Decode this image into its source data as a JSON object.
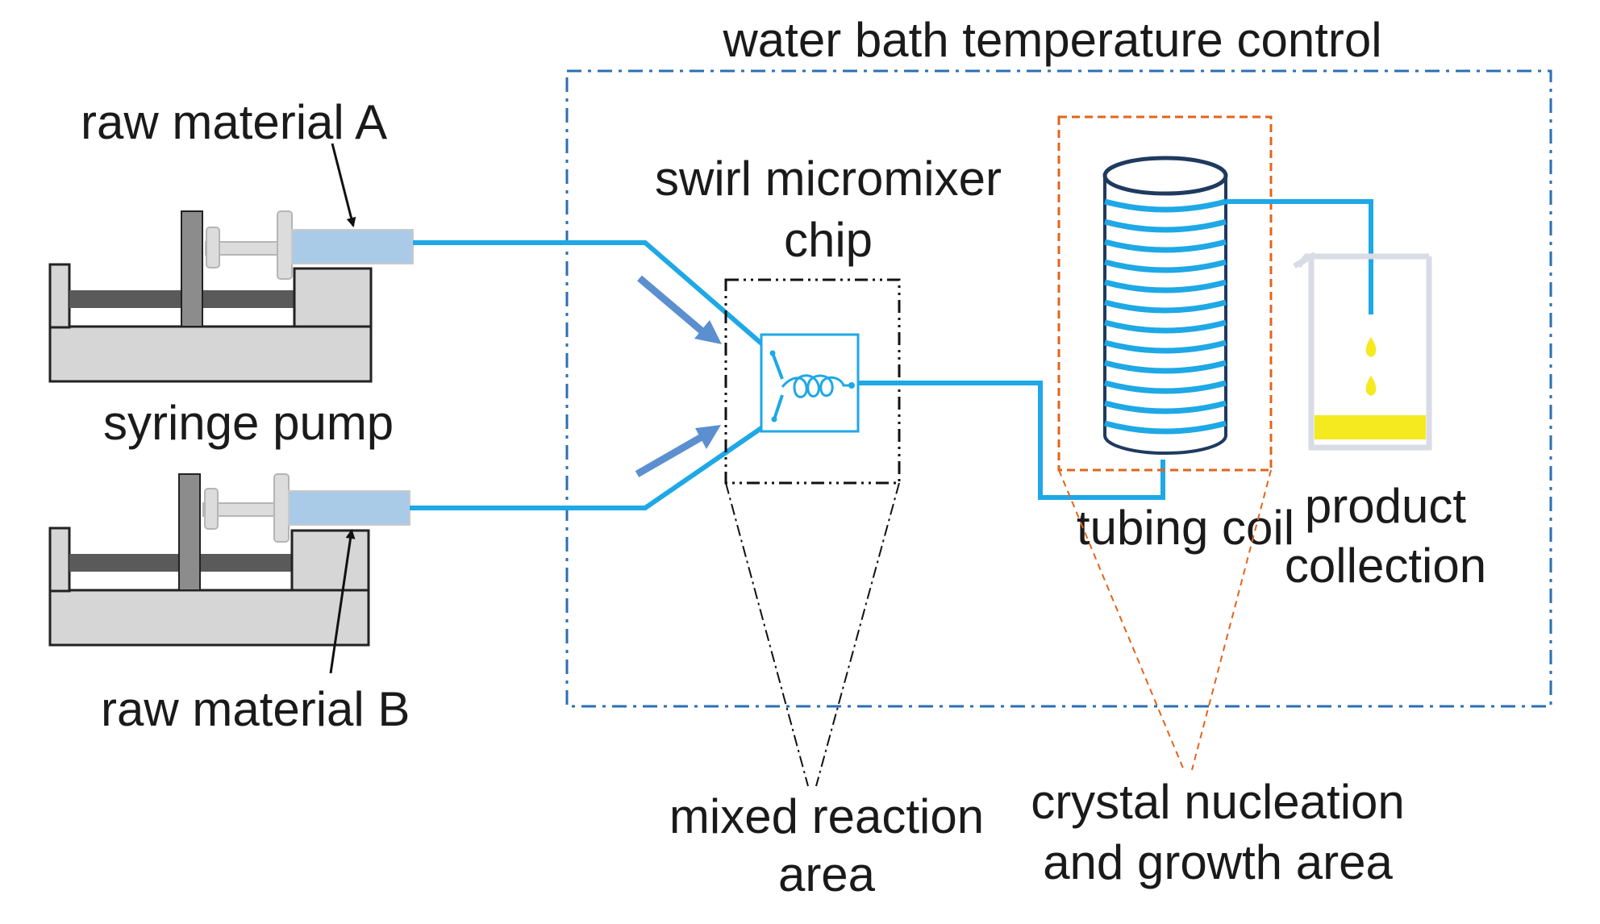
{
  "labels": {
    "water_bath": "water bath temperature control",
    "raw_a": "raw material A",
    "raw_b": "raw material B",
    "syringe_pump": "syringe pump",
    "micromixer_line1": "swirl micromixer",
    "micromixer_line2": "chip",
    "tubing_coil": "tubing coil",
    "product_line1": "product",
    "product_line2": "collection",
    "mixed_line1": "mixed reaction",
    "mixed_line2": "area",
    "crystal_line1": "crystal nucleation",
    "crystal_line2": "and growth area"
  },
  "colors": {
    "tube": "#1ea8e6",
    "syringe_fluid": "#a9cbe8",
    "flow_arrow": "#5b8fd0",
    "water_bath_border": "#2a6fb5",
    "coil_box_border": "#e2641b",
    "pump_body": "#d6d6d6",
    "pump_rod": "#5a5a5a",
    "product_liquid": "#f5ea1f",
    "droplet": "#f5ea1f"
  }
}
